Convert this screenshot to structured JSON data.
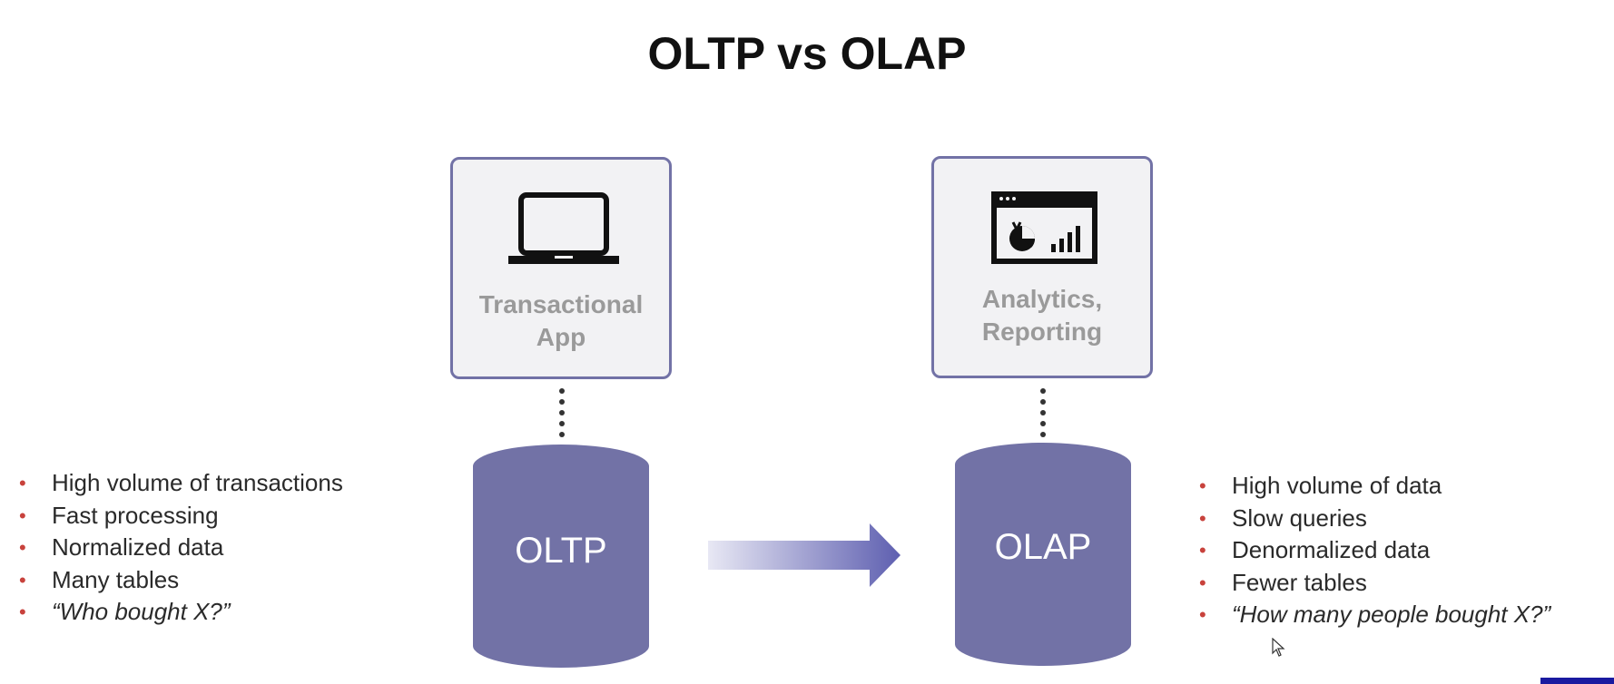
{
  "title": "OLTP vs OLAP",
  "left_app": {
    "label_line1": "Transactional",
    "label_line2": "App",
    "icon": "laptop-icon"
  },
  "right_app": {
    "label_line1": "Analytics,",
    "label_line2": "Reporting",
    "icon": "dashboard-chart-icon"
  },
  "left_db": {
    "label": "OLTP"
  },
  "right_db": {
    "label": "OLAP"
  },
  "left_bullets": [
    "High volume of transactions",
    "Fast processing",
    "Normalized data",
    "Many tables",
    "“Who bought X?”"
  ],
  "right_bullets": [
    "High volume of data",
    "Slow queries",
    "Denormalized data",
    "Fewer tables",
    "“How many people bought X?”"
  ],
  "bullet_glyph": "•",
  "colors": {
    "cylinder": "#7272a6",
    "box_border": "#7272a6",
    "box_fill": "#f2f2f4",
    "box_label": "#9a9a9a",
    "bullet": "#c8423c",
    "arrow": "#5e5fb0"
  }
}
